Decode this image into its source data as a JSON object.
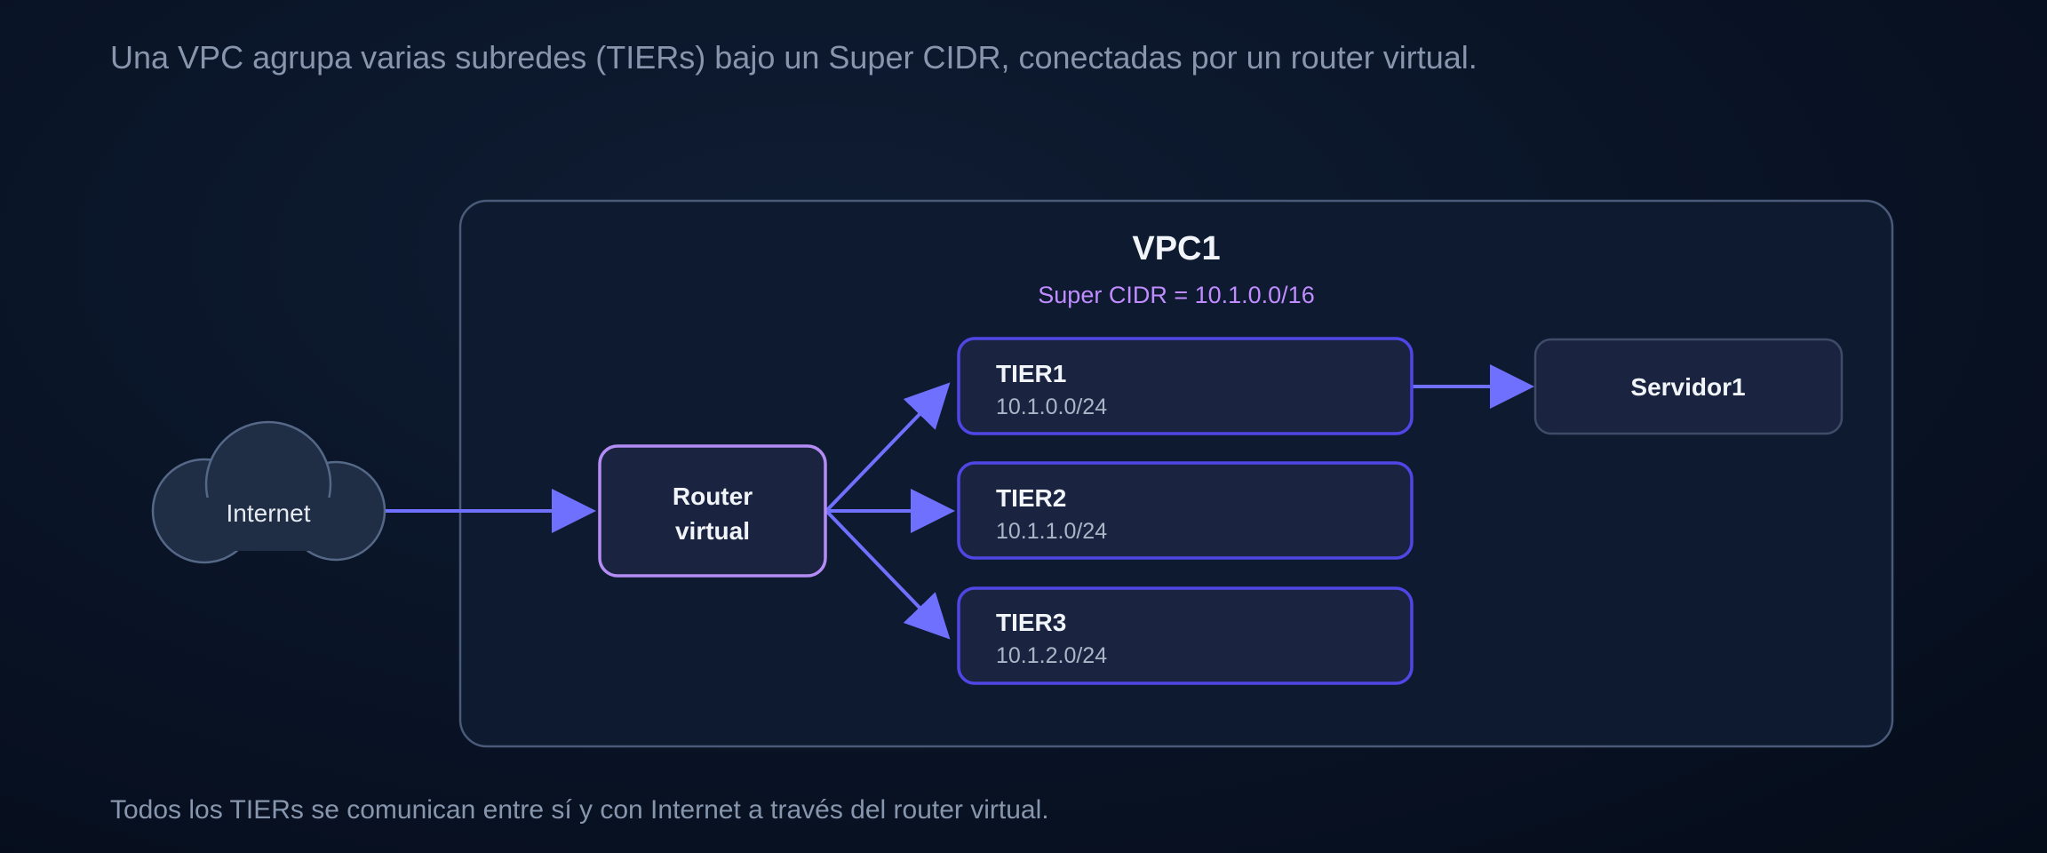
{
  "header": {
    "text": "Una VPC agrupa varias subredes (TIERs) bajo un Super CIDR, conectadas por un router virtual."
  },
  "footer": {
    "text": "Todos los TIERs se comunican entre sí y con Internet a través del router virtual."
  },
  "diagram": {
    "internet": {
      "label": "Internet"
    },
    "vpc": {
      "title": "VPC1",
      "super_cidr": "Super CIDR = 10.1.0.0/16"
    },
    "router": {
      "line1": "Router",
      "line2": "virtual"
    },
    "tiers": [
      {
        "name": "TIER1",
        "cidr": "10.1.0.0/24"
      },
      {
        "name": "TIER2",
        "cidr": "10.1.1.0/24"
      },
      {
        "name": "TIER3",
        "cidr": "10.1.2.0/24"
      }
    ],
    "server": {
      "label": "Servidor1"
    }
  },
  "colors": {
    "arrow": "#7070ff",
    "tier_border": "#4f46e5",
    "router_border": "#b48cf5",
    "vpc_border": "#4a5a78",
    "super_cidr_text": "#c08cff"
  }
}
